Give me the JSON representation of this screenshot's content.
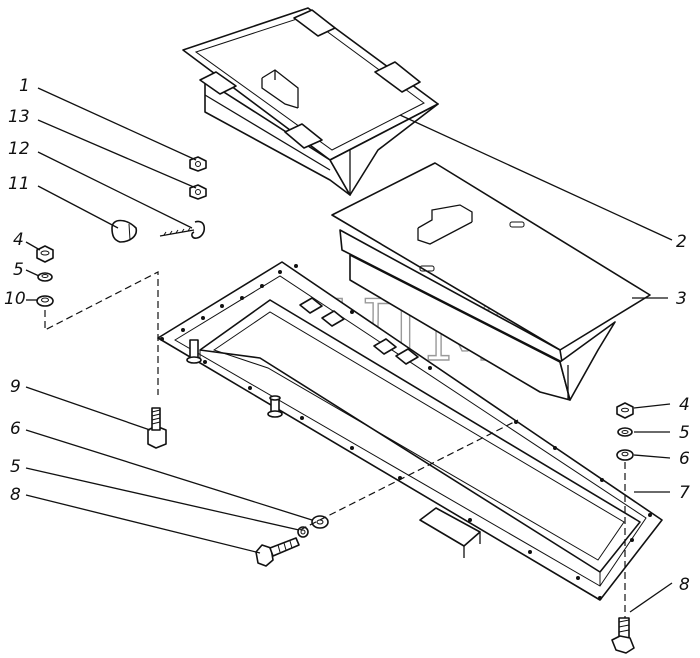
{
  "watermark": "СЕЛМ",
  "labels": [
    {
      "id": "1",
      "text": "1"
    },
    {
      "id": "13",
      "text": "13"
    },
    {
      "id": "12",
      "text": "12"
    },
    {
      "id": "11",
      "text": "11"
    },
    {
      "id": "4a",
      "text": "4"
    },
    {
      "id": "5a",
      "text": "5"
    },
    {
      "id": "10",
      "text": "10"
    },
    {
      "id": "9",
      "text": "9"
    },
    {
      "id": "6a",
      "text": "6"
    },
    {
      "id": "5b",
      "text": "5"
    },
    {
      "id": "8a",
      "text": "8"
    },
    {
      "id": "2",
      "text": "2"
    },
    {
      "id": "3",
      "text": "3"
    },
    {
      "id": "4b",
      "text": "4"
    },
    {
      "id": "5c",
      "text": "5"
    },
    {
      "id": "6b",
      "text": "6"
    },
    {
      "id": "7",
      "text": "7"
    },
    {
      "id": "8b",
      "text": "8"
    }
  ]
}
